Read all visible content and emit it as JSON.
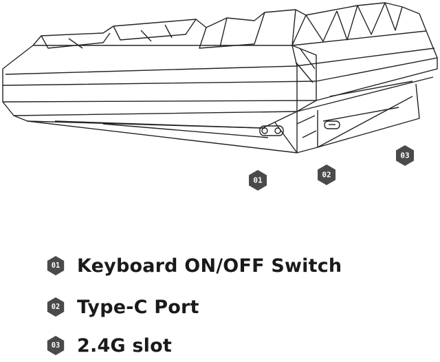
{
  "callouts": [
    {
      "id": "01",
      "label": "Keyboard ON/OFF Switch"
    },
    {
      "id": "02",
      "label": "Type-C Port"
    },
    {
      "id": "03",
      "label": "2.4G slot"
    }
  ],
  "colors": {
    "badge_fill": "#4a4a4a",
    "outline": "#222222",
    "legend_text": "#1a1a1a"
  },
  "icons": {
    "badge": "hexagon-badge-icon"
  }
}
